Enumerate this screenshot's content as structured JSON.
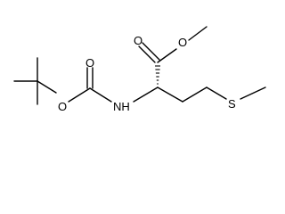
{
  "diagram": {
    "kind": "skeletal-structure",
    "line_color": "#000000",
    "background": "#ffffff",
    "atoms": {
      "ester_carbonyl_oxygen": "O",
      "ester_oxygen": "O",
      "boc_carbonyl_oxygen": "O",
      "boc_ester_oxygen": "O",
      "amide_nitrogen": "NH",
      "sulfur": "S"
    }
  }
}
